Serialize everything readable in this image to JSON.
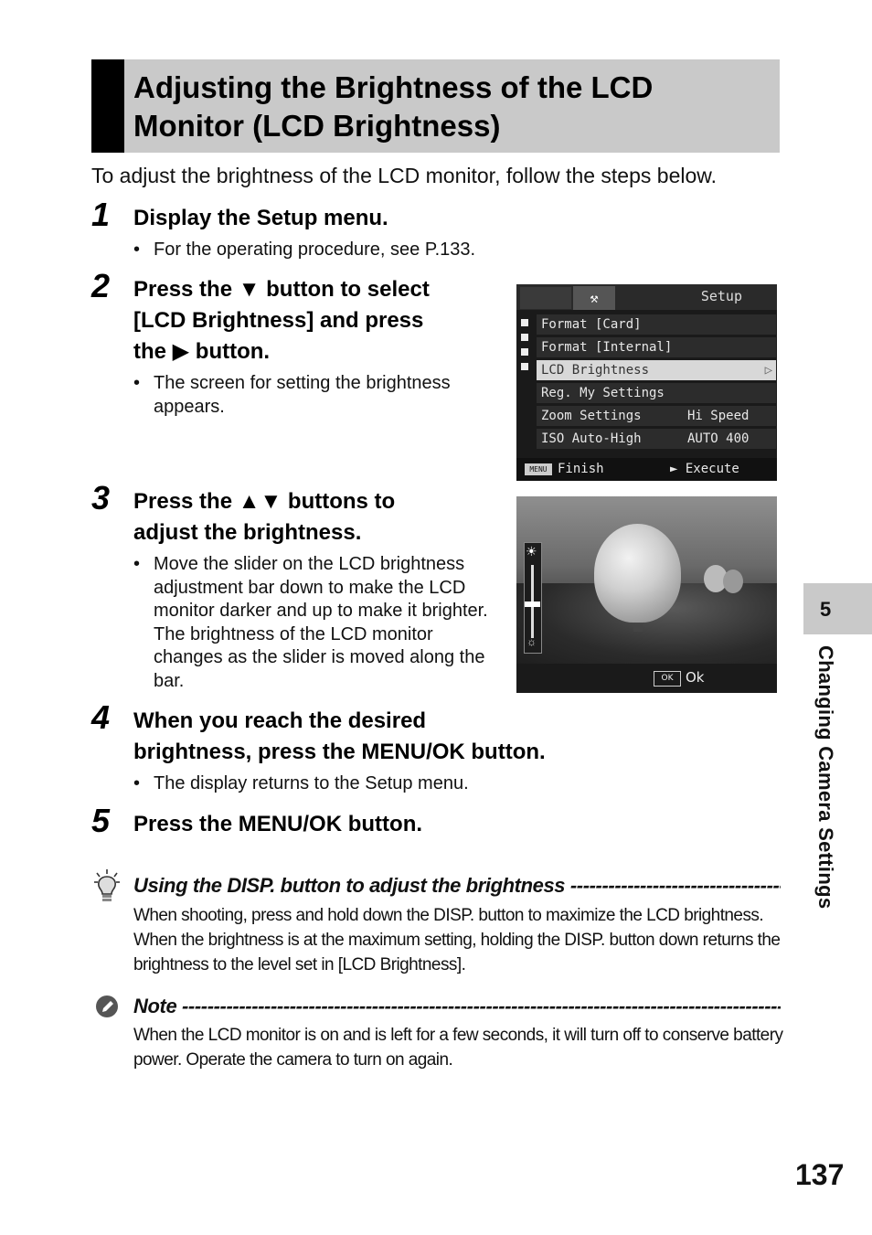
{
  "title": {
    "line1": "Adjusting the Brightness of the LCD",
    "line2": "Monitor (LCD Brightness)"
  },
  "intro": "To adjust the brightness of the LCD monitor, follow the steps below.",
  "steps": [
    {
      "num": "1",
      "heading": "Display the Setup menu.",
      "bullets": [
        "For the operating procedure, see P.133."
      ]
    },
    {
      "num": "2",
      "heading_lines": [
        "Press the ▼ button to select",
        "[LCD Brightness] and press",
        "the ▶ button."
      ],
      "bullets": [
        "The screen for setting the brightness appears."
      ]
    },
    {
      "num": "3",
      "heading_lines": [
        "Press the ▲▼ buttons to",
        "adjust the brightness."
      ],
      "bullets": [
        "Move the slider on the LCD brightness adjustment bar down to make the LCD monitor darker and up to make it brighter. The brightness of the LCD monitor changes as the slider is moved along the bar."
      ]
    },
    {
      "num": "4",
      "heading_lines": [
        "When you reach the desired",
        "brightness, press the MENU/OK button."
      ],
      "bullets": [
        "The display returns to the Setup menu."
      ]
    },
    {
      "num": "5",
      "heading": "Press the MENU/OK button.",
      "bullets": []
    }
  ],
  "camera_setup_screen": {
    "tab_label": "Setup",
    "rows": [
      {
        "label": "Format [Card]",
        "value": ""
      },
      {
        "label": "Format [Internal]",
        "value": ""
      },
      {
        "label": "LCD Brightness",
        "value": "",
        "selected": true
      },
      {
        "label": "Reg. My Settings",
        "value": ""
      },
      {
        "label": "Zoom Settings",
        "value": "Hi Speed"
      },
      {
        "label": "ISO Auto-High",
        "value": "AUTO 400"
      }
    ],
    "menu_badge": "MENU",
    "finish": "Finish",
    "execute": "► Execute"
  },
  "camera_brightness_screen": {
    "ok_badge": "OK",
    "ok_text": "Ok",
    "slider_level": 0.45
  },
  "tip": {
    "title": "Using the DISP. button to adjust the brightness -----------------------------------------------------------------",
    "body": "When shooting, press and hold down the DISP. button to maximize the LCD brightness. When the brightness is at the maximum setting, holding the DISP. button down returns the brightness to the level set in [LCD Brightness]."
  },
  "note": {
    "title": "Note ---------------------------------------------------------------------------------------------------------------------",
    "body": "When the LCD monitor is on and is left for a few seconds, it will turn off to conserve battery power. Operate the camera to turn on again."
  },
  "chapter": {
    "number": "5",
    "label": "Changing Camera Settings"
  },
  "page_number": "137"
}
